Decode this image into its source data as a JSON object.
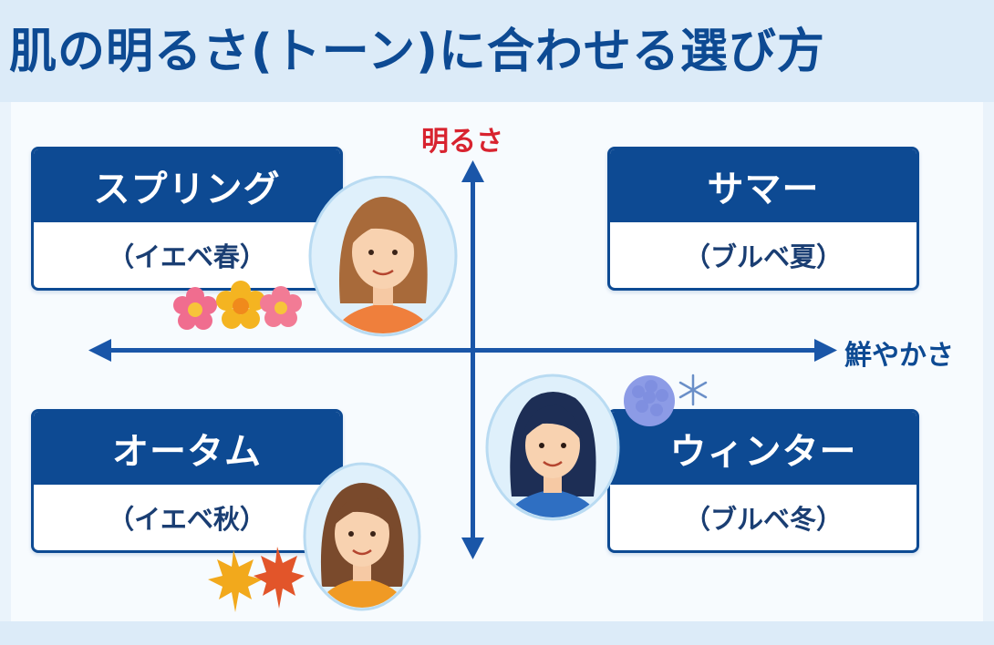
{
  "title": "肌の明るさ(トーン)に合わせる選び方",
  "axes": {
    "vertical_label": "明るさ",
    "horizontal_label": "鮮やかさ"
  },
  "quadrants": {
    "spring": {
      "name": "スプリング",
      "type": "（イエベ春）"
    },
    "summer": {
      "name": "サマー",
      "type": "（ブルベ夏）"
    },
    "autumn": {
      "name": "オータム",
      "type": "（イエベ秋）"
    },
    "winter": {
      "name": "ウィンター",
      "type": "（ブルベ冬）"
    }
  },
  "icons": {
    "spring": "flowers-icon",
    "autumn": "maple-leaves-icon",
    "winter": "hydrangea-snowflake-icon"
  },
  "colors": {
    "primary": "#0d4a93",
    "accent_red": "#d8232f",
    "background": "#eaf3fb"
  }
}
